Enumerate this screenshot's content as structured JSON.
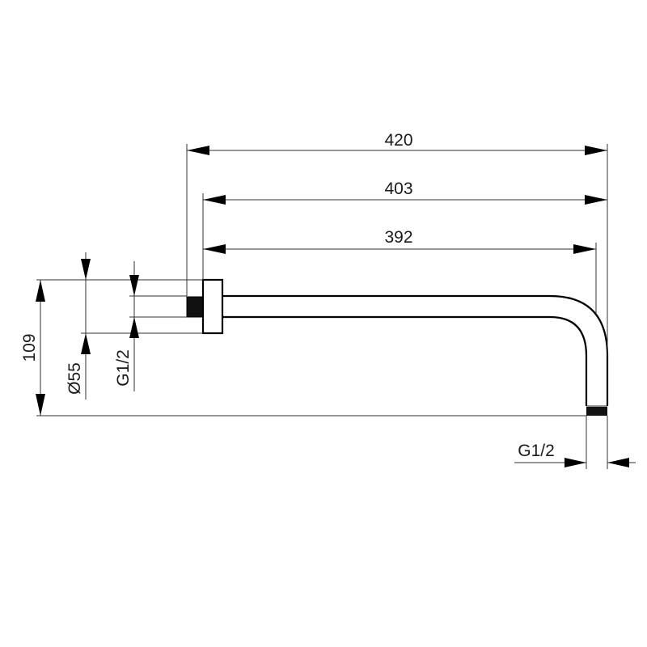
{
  "dimensions": {
    "overall_length": "420",
    "length_from_flange": "403",
    "length_to_bend": "392",
    "height": "109",
    "flange_diameter": "Ø55",
    "wall_thread": "G1/2",
    "outlet_thread": "G1/2"
  },
  "colors": {
    "line": "#000000",
    "text": "#1a1a1a"
  }
}
